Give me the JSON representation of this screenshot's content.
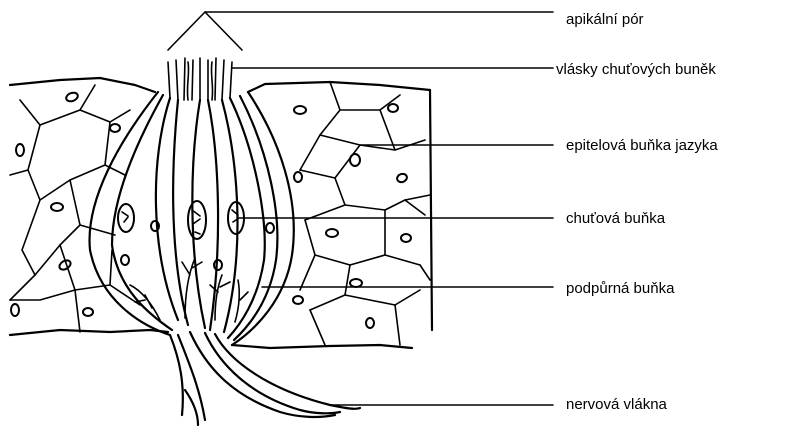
{
  "labels": {
    "apical_pore": "apikální pór",
    "taste_hairs": "vlásky chuťových buněk",
    "epithelial_cell": "epitelová buňka jazyka",
    "taste_cell": "chuťová buňka",
    "supporting_cell": "podpůrná buňka",
    "nerve_fibers": "nervová vlákna"
  }
}
